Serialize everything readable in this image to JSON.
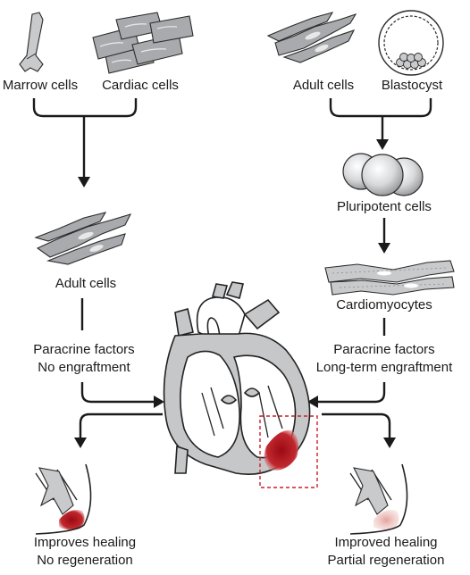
{
  "labels": {
    "marrow_cells": "Marrow cells",
    "cardiac_cells": "Cardiac cells",
    "adult_cells_top": "Adult cells",
    "blastocyst": "Blastocyst",
    "pluripotent_cells": "Pluripotent cells",
    "adult_cells_left": "Adult cells",
    "cardiomyocytes": "Cardiomyocytes",
    "left_outcome_1": "Paracrine factors",
    "left_outcome_2": "No engraftment",
    "right_outcome_1": "Paracrine factors",
    "right_outcome_2": "Long-term engraftment",
    "left_result_1": "Improves healing",
    "left_result_2": "No regeneration",
    "right_result_1": "Improved healing",
    "right_result_2": "Partial regeneration"
  },
  "colors": {
    "line": "#1a1a1a",
    "cell_gray": "#a8aaad",
    "heart_gray": "#c6c7c9",
    "infarct_red": "#b3121b",
    "infarct_pink": "#e9b4b0",
    "highlight_box": "#c8202a"
  }
}
